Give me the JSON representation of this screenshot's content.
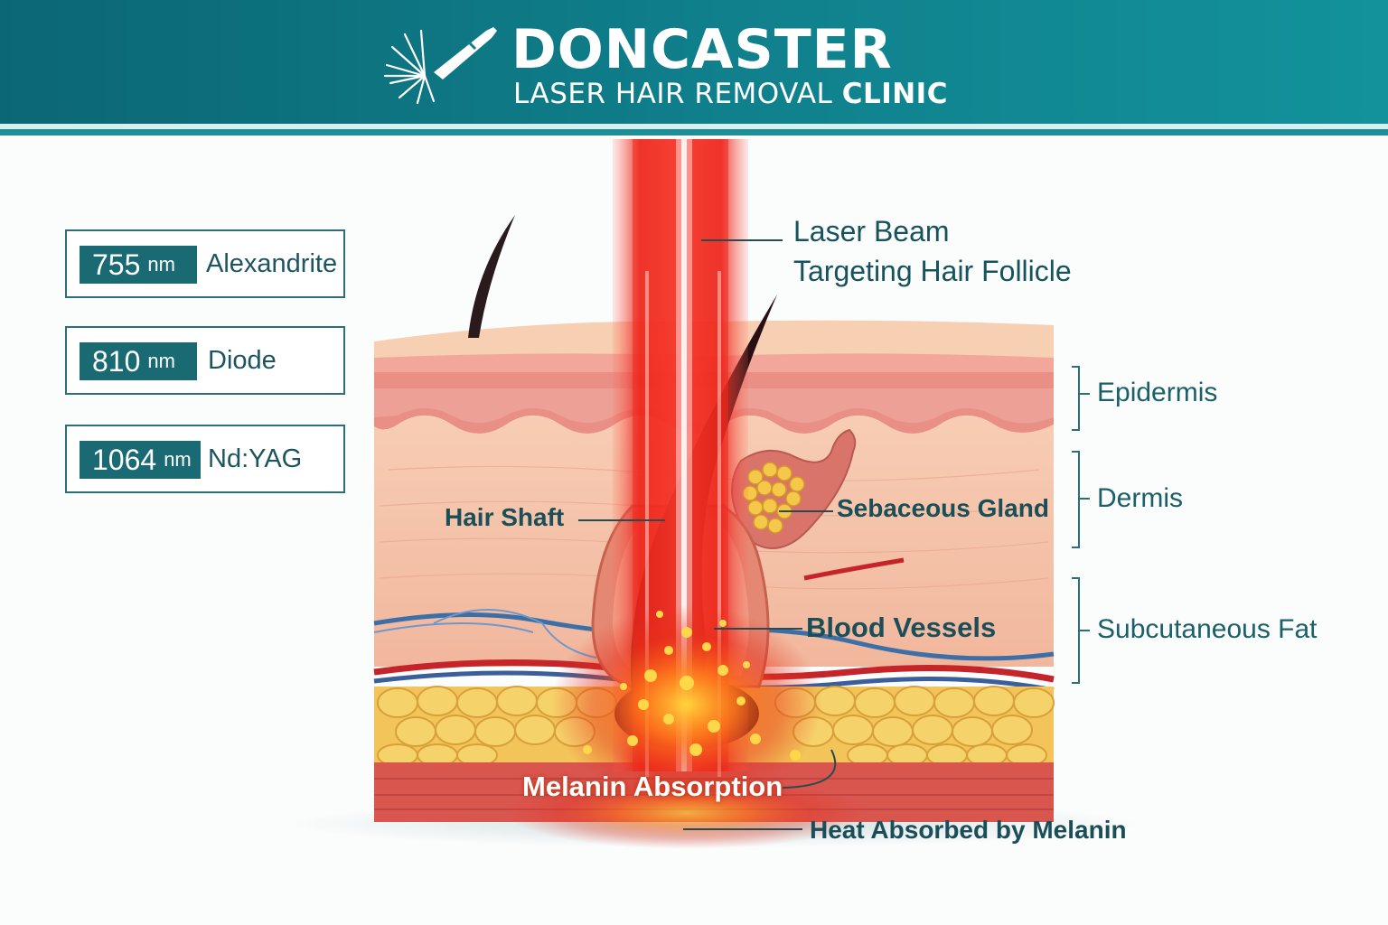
{
  "header": {
    "title": "DONCASTER",
    "subtitle_main": "LASER HAIR REMOVAL",
    "subtitle_bold": "CLINIC"
  },
  "wavelengths": [
    {
      "value": "755",
      "unit": "nm",
      "name": "Alexandrite"
    },
    {
      "value": "810",
      "unit": "nm",
      "name": "Diode"
    },
    {
      "value": "1064",
      "unit": "nm",
      "name": "Nd:YAG"
    }
  ],
  "labels": {
    "laser_beam": "Laser Beam",
    "targeting": "Targeting Hair Follicle",
    "hair_shaft": "Hair Shaft",
    "sebaceous_gland": "Sebaceous Gland",
    "blood_vessels": "Blood Vessels",
    "melanin_absorption": "Melanin Absorption",
    "heat_absorbed": "Heat Absorbed by Melanin"
  },
  "layers": {
    "epidermis": "Epidermis",
    "dermis": "Dermis",
    "subcutaneous_fat": "Subcutaneous Fat"
  },
  "colors": {
    "brand_teal": "#0f7f8b",
    "laser_red": "#e8201a",
    "skin": "#f4b9a0",
    "fat": "#f2c45a"
  }
}
